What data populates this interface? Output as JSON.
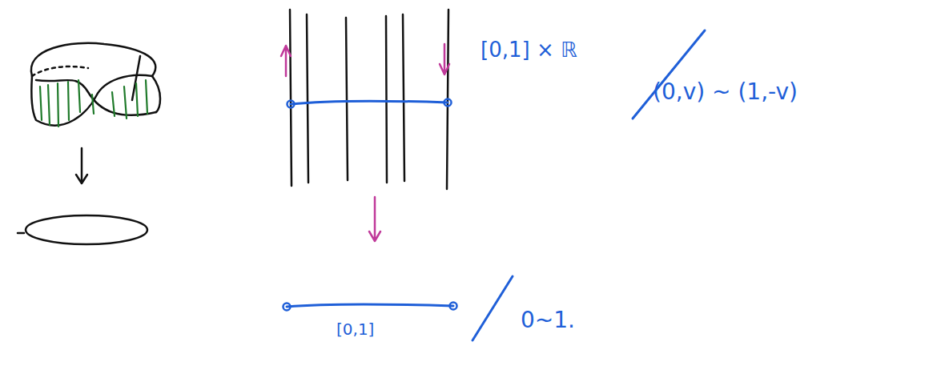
{
  "diagram": {
    "labels": [
      "[0,1] × ℝ",
      "(0,v) ~ (1,-v)",
      "[0,1]",
      "0~1."
    ]
  }
}
